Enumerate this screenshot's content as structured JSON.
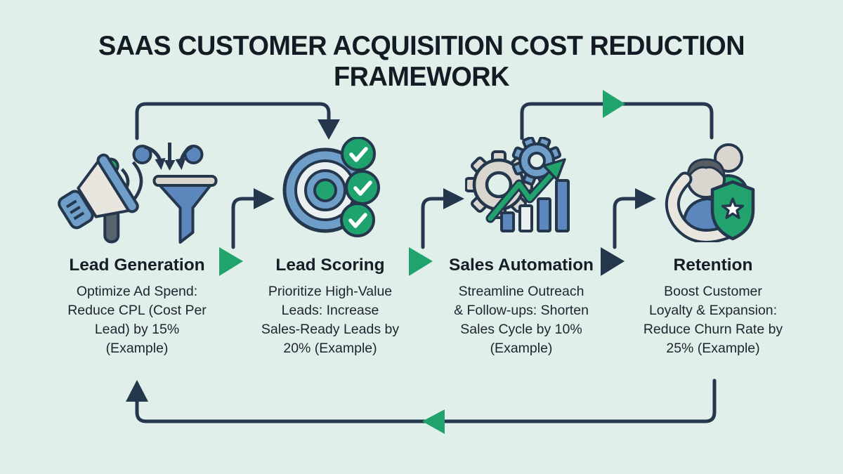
{
  "title": "SAAS CUSTOMER ACQUISITION COST REDUCTION FRAMEWORK",
  "colors": {
    "background": "#e1efeb",
    "line_navy": "#25374d",
    "accent_green": "#21a36e",
    "icon_blue": "#5b87bd",
    "icon_light_blue": "#6f9ec9",
    "icon_gray": "#d9d6d0",
    "text": "#161d27"
  },
  "flow": {
    "type": "cyclical",
    "order": [
      "Lead Generation",
      "Lead Scoring",
      "Sales Automation",
      "Retention"
    ]
  },
  "stages": [
    {
      "name": "Lead Generation",
      "description": "Optimize Ad Spend:\nReduce CPL (Cost Per\nLead) by 15%\n(Example)",
      "icon": "megaphone-and-funnel"
    },
    {
      "name": "Lead Scoring",
      "description": "Prioritize High-Value\nLeads: Increase\nSales-Ready Leads by\n20% (Example)",
      "icon": "target-with-checkmarks"
    },
    {
      "name": "Sales Automation",
      "description": "Streamline Outreach\n& Follow-ups: Shorten\nSales Cycle by 10%\n(Example)",
      "icon": "gears-growth-chart"
    },
    {
      "name": "Retention",
      "description": "Boost Customer\nLoyalty & Expansion:\nReduce Churn Rate by\n25% (Example)",
      "icon": "customers-with-shield"
    }
  ]
}
